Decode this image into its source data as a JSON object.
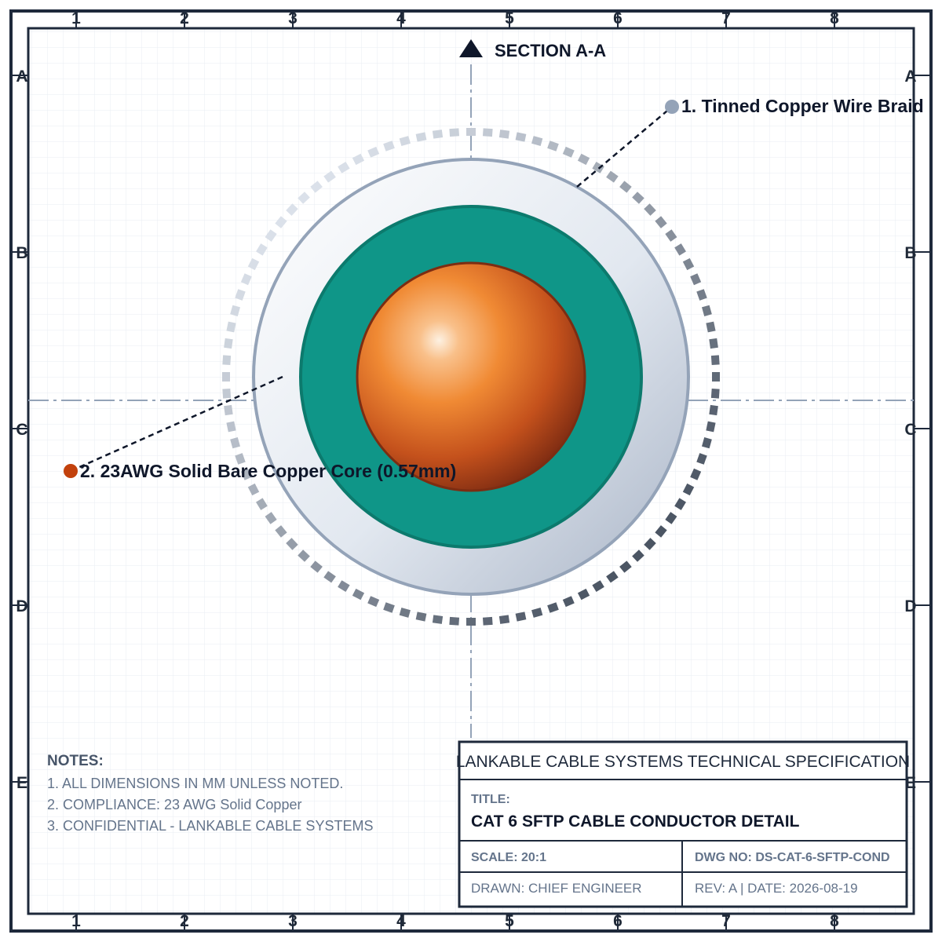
{
  "section": {
    "label": "SECTION A-A"
  },
  "grid_refs": {
    "columns": [
      "1",
      "2",
      "3",
      "4",
      "5",
      "6",
      "7",
      "8"
    ],
    "rows": [
      "A",
      "B",
      "C",
      "D",
      "E"
    ]
  },
  "callouts": {
    "braid": {
      "label": "1. Tinned Copper Wire Braid",
      "dot_color": "#94a3b8",
      "icon": "callout-dot-icon"
    },
    "core": {
      "label": "2. 23AWG Solid Bare Copper Core (0.57mm)",
      "dot_color": "#c2410c",
      "icon": "callout-dot-icon"
    }
  },
  "cross_section": {
    "layers": [
      "tinned-copper-braid",
      "outer-jacket",
      "insulation",
      "copper-core"
    ],
    "colors": {
      "braid_light": "#dbe1ea",
      "braid_dark": "#4b5563",
      "jacket_stroke": "#94a3b8",
      "insulation_fill": "#0f9688",
      "insulation_stroke": "#0c7a6d",
      "core_highlight": "#fde6cf",
      "core_mid": "#f08a34",
      "core_dark": "#8a3314",
      "core_stroke": "#7c2d12"
    }
  },
  "notes": {
    "heading": "NOTES:",
    "items": [
      "1. ALL DIMENSIONS IN MM UNLESS NOTED.",
      "2. COMPLIANCE: 23 AWG Solid Copper",
      "3. CONFIDENTIAL - LANKABLE CABLE SYSTEMS"
    ]
  },
  "title_block": {
    "company": "LANKABLE CABLE SYSTEMS TECHNICAL SPECIFICATION",
    "title_label": "TITLE:",
    "title": "CAT 6 SFTP CABLE CONDUCTOR DETAIL",
    "scale": "SCALE: 20:1",
    "dwg_no": "DWG NO: DS-CAT-6-SFTP-COND",
    "drawn": "DRAWN: CHIEF ENGINEER",
    "rev_date": "REV: A | DATE: 2026-08-19"
  },
  "colors": {
    "frame": "#1e293b",
    "grid": "#e7ecf2",
    "centerline": "#94a3b8"
  }
}
